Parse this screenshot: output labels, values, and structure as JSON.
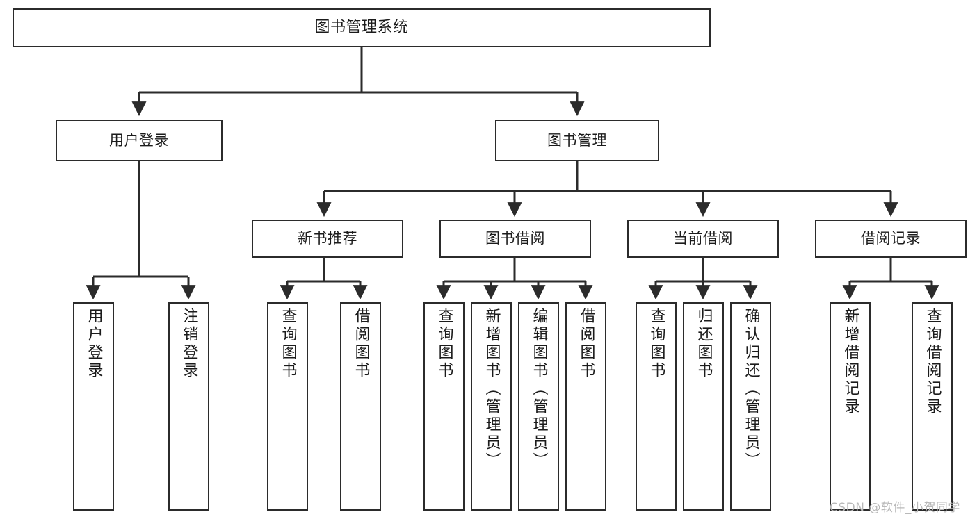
{
  "diagram": {
    "type": "tree",
    "title": "图书管理系统",
    "orientation": "top-down",
    "colors": {
      "box_border": "#2b2b2b",
      "box_fill": "#ffffff",
      "edge": "#2b2b2b",
      "background": "#ffffff",
      "watermark": "#b9b9b9"
    },
    "root": {
      "label": "图书管理系统"
    },
    "level2": [
      {
        "label": "用户登录"
      },
      {
        "label": "图书管理"
      }
    ],
    "level3": [
      {
        "label": "新书推荐"
      },
      {
        "label": "图书借阅"
      },
      {
        "label": "当前借阅"
      },
      {
        "label": "借阅记录"
      }
    ],
    "leaves": {
      "user_login": [
        {
          "label": "用户登录"
        },
        {
          "label": "注销登录"
        }
      ],
      "new_book_recommend": [
        {
          "label": "查询图书"
        },
        {
          "label": "借阅图书"
        }
      ],
      "book_borrow": [
        {
          "label": "查询图书"
        },
        {
          "label": "新增图书（管理员）"
        },
        {
          "label": "编辑图书（管理员）"
        },
        {
          "label": "借阅图书"
        }
      ],
      "current_borrow": [
        {
          "label": "查询图书"
        },
        {
          "label": "归还图书"
        },
        {
          "label": "确认归还（管理员）"
        }
      ],
      "borrow_record": [
        {
          "label": "新增借阅记录"
        },
        {
          "label": "查询借阅记录"
        }
      ]
    },
    "watermark": {
      "text": "CSDN @软件_小贺同学"
    }
  }
}
